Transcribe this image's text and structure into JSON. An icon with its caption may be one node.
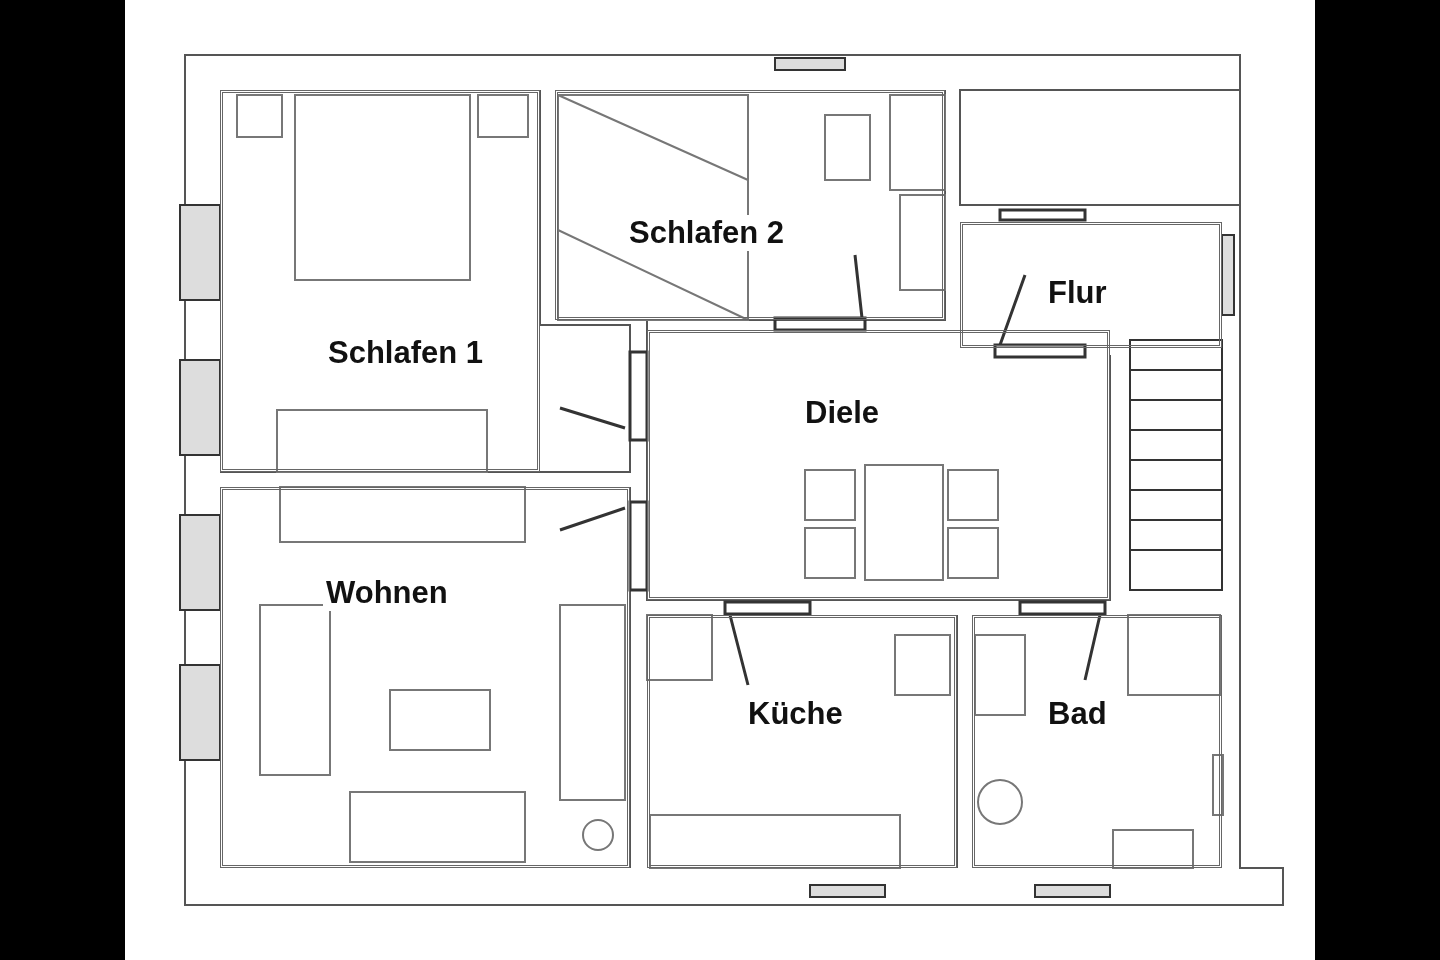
{
  "diagram": {
    "nodes": [
      {
        "text": [
          "Schlafen 2"
        ]
      },
      {
        "text": [
          "Flur"
        ]
      },
      {
        "text": [
          "Schlafen 1"
        ]
      },
      {
        "text": [
          "Diele"
        ]
      },
      {
        "text": [
          "Wohnen"
        ]
      },
      {
        "text": [
          "Küche"
        ]
      },
      {
        "text": [
          "Bad"
        ]
      }
    ]
  }
}
